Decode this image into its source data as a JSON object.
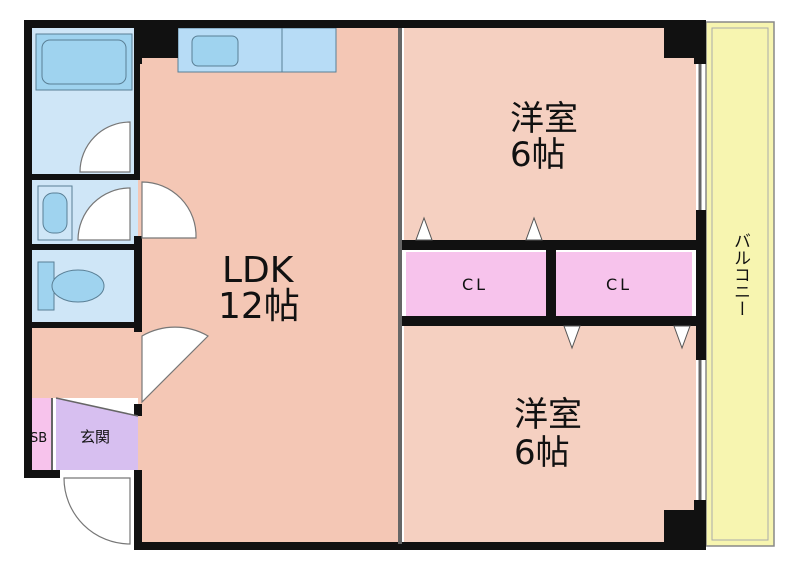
{
  "floorplan": {
    "rooms": {
      "ldk": {
        "name": "LDK",
        "size": "12帖"
      },
      "bedroom_north": {
        "name": "洋室",
        "size": "6帖"
      },
      "bedroom_south": {
        "name": "洋室",
        "size": "6帖"
      },
      "closet_left": {
        "name": "CL"
      },
      "closet_right": {
        "name": "CL"
      },
      "entrance": {
        "name": "玄関"
      },
      "shoe_box": {
        "name": "SB"
      },
      "balcony": {
        "name": "バルコニー"
      }
    },
    "colors": {
      "wall": "#111111",
      "ldk_floor": "#f4c7b5",
      "bedroom_floor": "#f5d0c1",
      "wet_area": "#cfe6f7",
      "fixture": "#9fd3ef",
      "closet": "#f7c3ec",
      "entrance": "#d7bff0",
      "balcony": "#f7f5b0"
    }
  }
}
